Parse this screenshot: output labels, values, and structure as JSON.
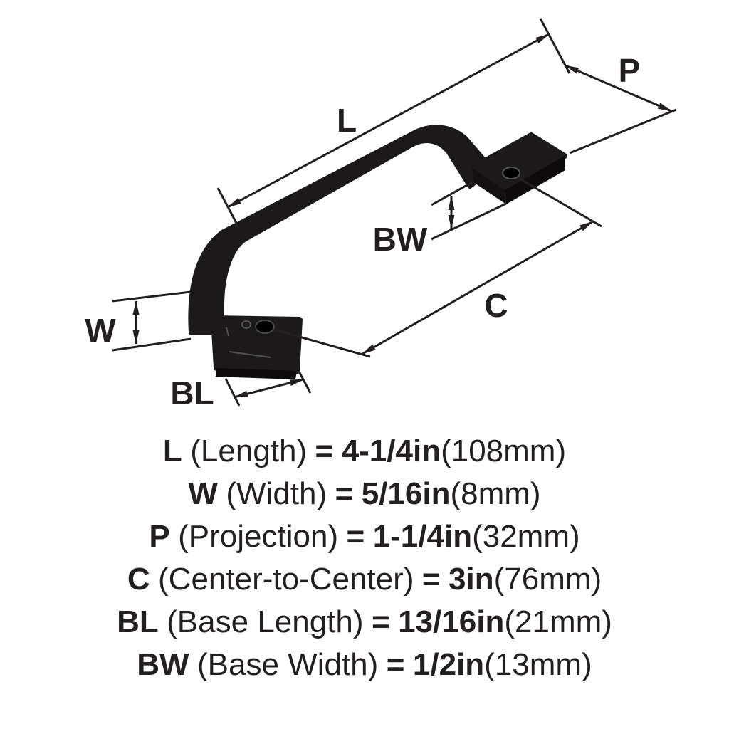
{
  "figure": {
    "dim_labels": {
      "L": "L",
      "P": "P",
      "BW": "BW",
      "C": "C",
      "W": "W",
      "BL": "BL"
    }
  },
  "legend": {
    "rows": [
      {
        "abbr": "L",
        "name": "(Length)",
        "equals": "=",
        "value": "4-1/4in",
        "metric": "(108mm)"
      },
      {
        "abbr": "W",
        "name": "(Width)",
        "equals": "=",
        "value": "5/16in",
        "metric": "(8mm)"
      },
      {
        "abbr": "P",
        "name": "(Projection)",
        "equals": "=",
        "value": "1-1/4in",
        "metric": "(32mm)"
      },
      {
        "abbr": "C",
        "name": "(Center-to-Center)",
        "equals": "=",
        "value": "3in",
        "metric": "(76mm)"
      },
      {
        "abbr": "BL",
        "name": "(Base Length)",
        "equals": "=",
        "value": "13/16in",
        "metric": "(21mm)"
      },
      {
        "abbr": "BW",
        "name": "(Base Width)",
        "equals": "=",
        "value": "1/2in",
        "metric": "(13mm)"
      }
    ]
  },
  "colors": {
    "ink": "#231f20",
    "handle_black": "#1c191a",
    "background": "#ffffff"
  }
}
